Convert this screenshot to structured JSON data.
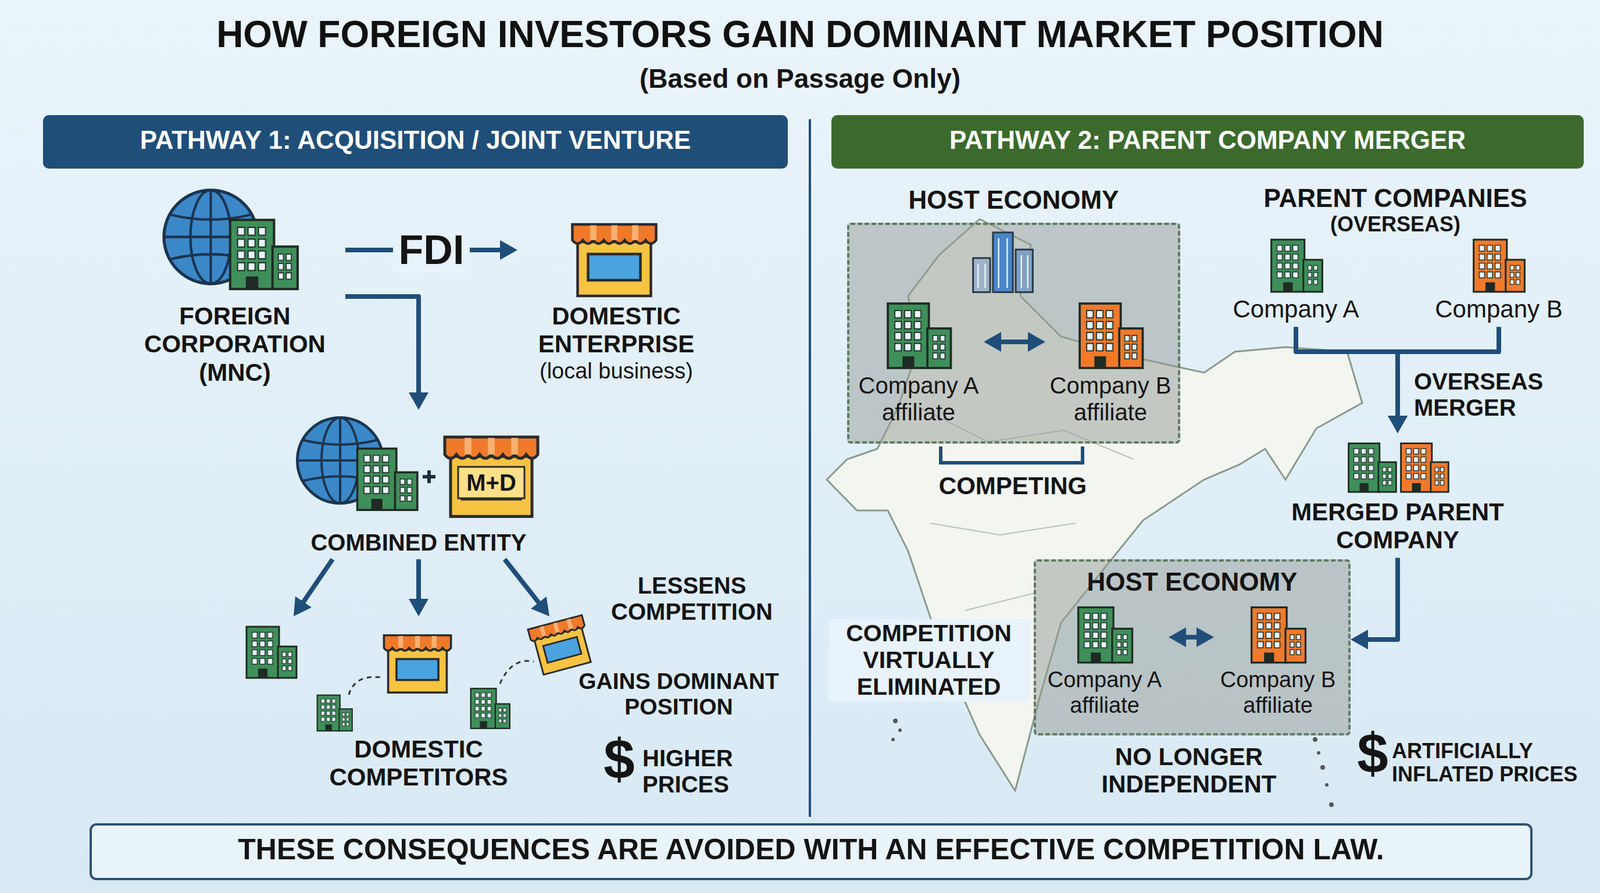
{
  "diagram": {
    "title": "HOW FOREIGN INVESTORS GAIN DOMINANT MARKET POSITION",
    "nodes": [
      {
        "text": [
          "PATHWAY 1: ACQUISITION / JOINT VENTURE"
        ]
      },
      {
        "text": [
          "FOREIGN CORPORATION (MNC)"
        ]
      },
      {
        "text": [
          "DOMESTIC ENTERPRISE",
          "(local business)"
        ]
      },
      {
        "text": [
          "M+D",
          "COMBINED ENTITY"
        ]
      },
      {
        "text": [
          "DOMESTIC COMPETITORS"
        ]
      },
      {
        "text": [
          "PATHWAY 2: PARENT COMPANY MERGER"
        ]
      },
      {
        "text": [
          "HOST ECONOMY"
        ]
      },
      {
        "text": [
          "Company A affiliate"
        ],
        "in": 6
      },
      {
        "text": [
          "Company B affiliate"
        ],
        "in": 6
      },
      {
        "text": [
          "Company A"
        ]
      },
      {
        "text": [
          "Company B"
        ]
      },
      {
        "text": [
          "MERGED PARENT COMPANY"
        ]
      },
      {
        "text": [
          "HOST ECONOMY"
        ]
      },
      {
        "text": [
          "Company A affiliate"
        ],
        "in": 12
      },
      {
        "text": [
          "Company B affiliate"
        ],
        "in": 12
      },
      {
        "text": [
          "THESE CONSEQUENCES ARE AVOIDED WITH AN EFFECTIVE COMPETITION LAW."
        ]
      }
    ],
    "edges": [
      {
        "from": 1,
        "to": 2,
        "arrow": "to",
        "label": "FDI"
      },
      {
        "from": 1,
        "to": 3,
        "arrow": "to"
      },
      {
        "from": 3,
        "to": 4,
        "arrow": "to"
      },
      {
        "from": 3,
        "to": 4,
        "arrow": "to"
      },
      {
        "from": 3,
        "to": 4,
        "arrow": "to"
      },
      {
        "from": 7,
        "to": 8,
        "arrow": "both"
      },
      {
        "from": 9,
        "to": 11,
        "arrow": "to"
      },
      {
        "from": 10,
        "to": 11,
        "arrow": "to"
      },
      {
        "from": 11,
        "to": 12,
        "arrow": "to"
      },
      {
        "from": 13,
        "to": 14,
        "arrow": "both"
      }
    ],
    "labels": [
      "(Based on Passage Only)",
      "LESSENS COMPETITION",
      "GAINS DOMINANT POSITION",
      "$",
      "HIGHER PRICES",
      "COMPETING",
      "PARENT COMPANIES",
      "(OVERSEAS)",
      "OVERSEAS MERGER",
      "COMPETITION VIRTUALLY ELIMINATED",
      "NO LONGER INDEPENDENT",
      "$",
      "ARTIFICIALLY INFLATED PRICES"
    ]
  }
}
